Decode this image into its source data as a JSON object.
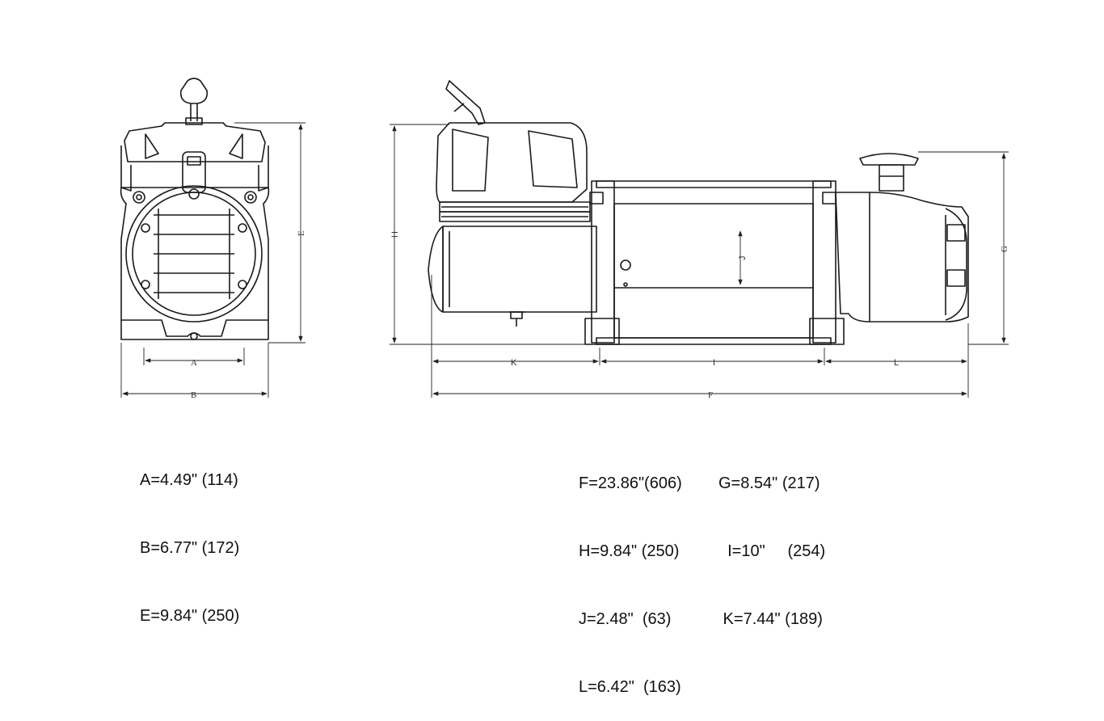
{
  "labels": {
    "A": "A",
    "B": "B",
    "E": "E",
    "F": "F",
    "G": "G",
    "H": "H",
    "I": "I",
    "J": "J",
    "K": "K",
    "L": "L"
  },
  "specs_front": [
    "A=4.49\" (114)",
    "B=6.77\" (172)",
    "E=9.84\" (250)"
  ],
  "specs_side_col1": [
    "F=23.86\"(606)",
    "H=9.84\" (250)",
    "J=2.48\"  (63)",
    "L=6.42\"  (163)"
  ],
  "specs_side_col2": [
    "G=8.54\" (217)",
    "  I=10\"     (254)",
    " K=7.44\" (189)"
  ]
}
